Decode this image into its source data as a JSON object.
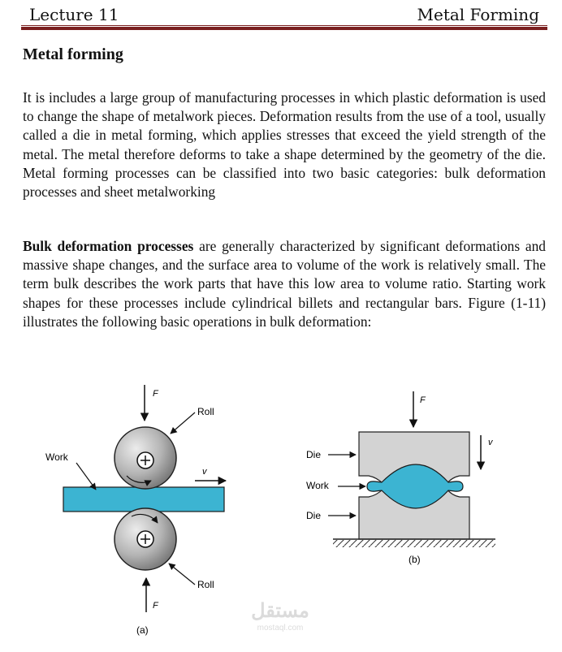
{
  "header": {
    "left": "Lecture 11",
    "right": "Metal Forming"
  },
  "section_title": "Metal forming",
  "paragraph1": "It is includes a large group of manufacturing processes in which plastic deformation is used to change the shape of metalwork pieces. Deformation results from the use of a tool, usually called a die in metal forming, which applies stresses that exceed the yield strength of the metal. The metal therefore deforms to take a shape determined by the geometry of the die. Metal forming processes can be classified into two basic categories: bulk deformation processes and sheet metalworking",
  "paragraph2": {
    "bold_lead": "Bulk deformation processes",
    "rest": " are generally characterized by significant deformations and massive shape changes, and the surface area to volume of the work is relatively small. The term bulk describes the work parts that have this low area to volume ratio. Starting work shapes for these processes include cylindrical billets and rectangular bars. Figure (1-11) illustrates the following basic operations in bulk deformation:"
  },
  "figure": {
    "a": {
      "force_top": "F",
      "force_bottom": "F",
      "roll_top": "Roll",
      "roll_bottom": "Roll",
      "work": "Work",
      "velocity": "v",
      "caption": "(a)"
    },
    "b": {
      "force": "F",
      "velocity": "v",
      "die_top": "Die",
      "work": "Work",
      "die_bottom": "Die",
      "caption": "(b)"
    },
    "watermark": {
      "arabic": "مستقل",
      "latin": "mostaql.com"
    }
  },
  "colors": {
    "rule": "#7a1f1f",
    "work": "#3cb4d2",
    "die": "#d3d3d3",
    "roll_light": "#e6e6e6",
    "roll_dark": "#7d7d7d"
  }
}
